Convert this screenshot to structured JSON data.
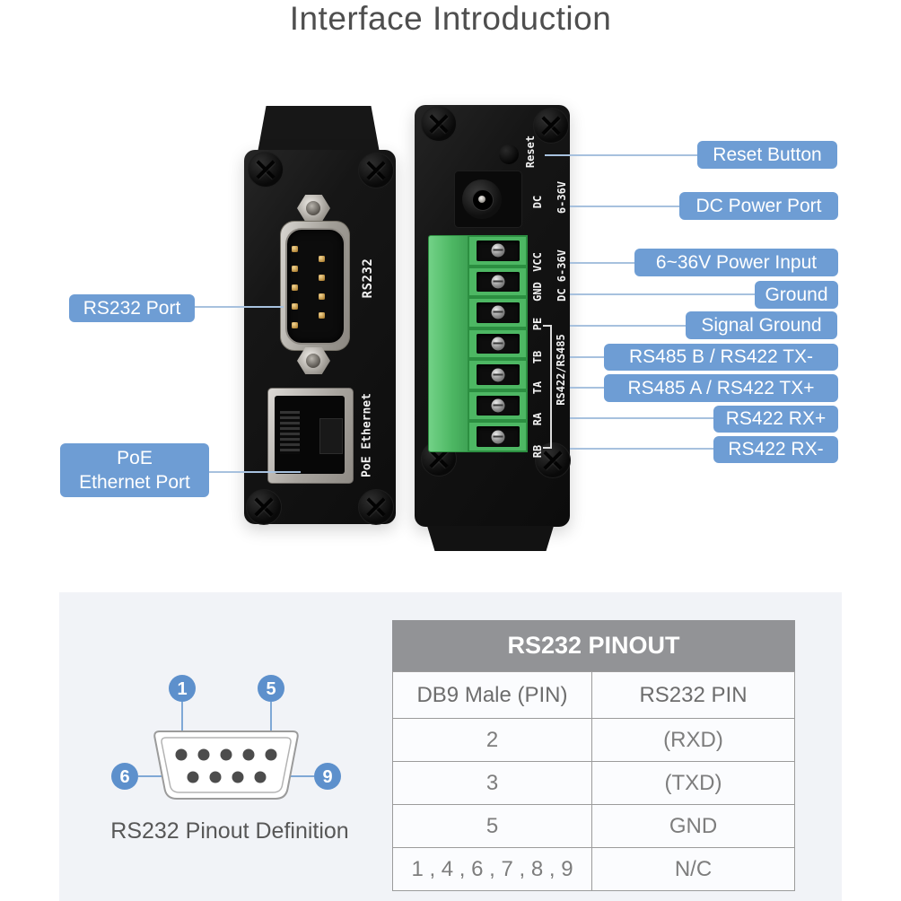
{
  "title": "Interface Introduction",
  "colors": {
    "callout_label_bg": "#6e9dd4",
    "callout_line": "#a7c1de",
    "terminal_green": "#4db763",
    "pin_circle_blue": "#5d90cc",
    "table_header_bg": "#929396",
    "panel_bg": "#f1f3f7",
    "title_text": "#4e4e4e"
  },
  "device_left": {
    "silkscreen": {
      "rs232": "RS232",
      "poe": "PoE Ethernet"
    },
    "callouts": {
      "rs232_port": "RS232 Port",
      "poe_line1": "PoE",
      "poe_line2": "Ethernet Port"
    }
  },
  "device_right": {
    "silkscreen": {
      "reset": "Reset",
      "dc": "DC",
      "dc_range": "6-36V",
      "power_group": "DC 6-36V",
      "serial_group": "RS422/RS485"
    },
    "terminals": [
      "VCC",
      "GND",
      "PE",
      "TB",
      "TA",
      "RA",
      "RB"
    ],
    "callouts": [
      "Reset Button",
      "DC Power Port",
      "6~36V Power Input",
      "Ground",
      "Signal Ground",
      "RS485 B / RS422 TX-",
      "RS485 A / RS422 TX+",
      "RS422 RX+",
      "RS422 RX-"
    ]
  },
  "pinout_diagram": {
    "pin_labels": [
      "1",
      "5",
      "6",
      "9"
    ],
    "caption": "RS232 Pinout Definition"
  },
  "pinout_table": {
    "title": "RS232 PINOUT",
    "columns": [
      "DB9 Male (PIN)",
      "RS232 PIN"
    ],
    "rows": [
      [
        "2",
        "(RXD)"
      ],
      [
        "3",
        "(TXD)"
      ],
      [
        "5",
        "GND"
      ],
      [
        "1 , 4 , 6 , 7 , 8 , 9",
        "N/C"
      ]
    ]
  }
}
